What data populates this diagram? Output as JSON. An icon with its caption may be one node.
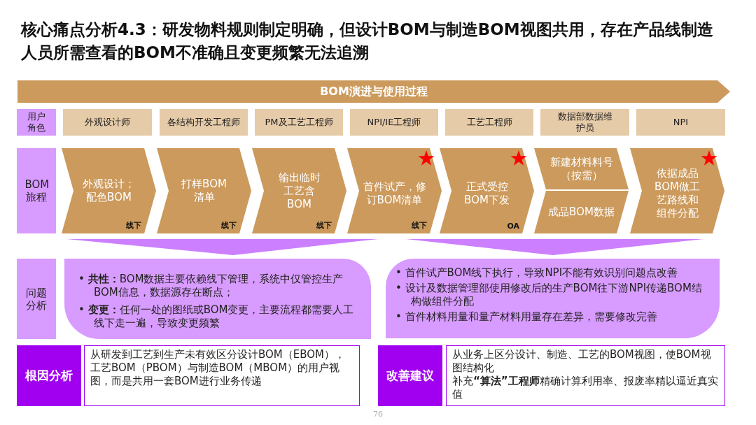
{
  "diagram": {
    "title": "核心痛点分析4.3：研发物料规则制定明确，但设计BOM与制造BOM视图共用，存在产品线制造人员所需查看的BOM不准确且变更频繁无法追溯",
    "nodes": [
      {
        "text": [
          "BOM演进与使用过程"
        ]
      },
      {
        "text": [
          "用户角色"
        ]
      },
      {
        "text": [
          "外观设计师"
        ]
      },
      {
        "text": [
          "各结构开发工程师"
        ]
      },
      {
        "text": [
          "PM及工艺工程师"
        ]
      },
      {
        "text": [
          "NPI/IE工程师"
        ]
      },
      {
        "text": [
          "工艺工程师"
        ]
      },
      {
        "text": [
          "数据部数据维护员"
        ]
      },
      {
        "text": [
          "NPI"
        ]
      },
      {
        "text": [
          "BOM旅程"
        ]
      },
      {
        "text": [
          "外观设计；配色BOM",
          "线下"
        ]
      },
      {
        "text": [
          "打样BOM清单",
          "线下"
        ]
      },
      {
        "text": [
          "输出临时工艺含BOM",
          "线下"
        ]
      },
      {
        "text": [
          "首件试产，修订BOM清单",
          "线下"
        ]
      },
      {
        "text": [
          "正式受控BOM下发",
          "OA"
        ]
      },
      {
        "text": [
          "新建材料料号（按需）"
        ]
      },
      {
        "text": [
          "成品BOM数据"
        ]
      },
      {
        "text": [
          "依据成品BOM做工艺路线和组件分配"
        ]
      },
      {
        "text": [],
        "shape": "triangle"
      },
      {
        "text": [],
        "shape": "triangle"
      },
      {
        "text": [
          "问题分析"
        ]
      },
      {
        "text": [
          "• **共性：**BOM数据主要依赖线下管理，系统中仅管控生产BOM信息，数据源存在断点；",
          "• **变更：**任何一处的图纸或BOM变更，主要流程都需要人工线下走一遍，导致变更频繁"
        ]
      },
      {
        "text": [
          "• 首件试产BOM线下执行，导致NPI不能有效识别问题点改善",
          "• 设计及数据管理部使用修改后的生产BOM往下游NPI传递BOM结构做组件分配",
          "• 首件材料用量和量产材料用量存在差异，需要修改完善"
        ]
      },
      {
        "text": [
          "根因分析"
        ]
      },
      {
        "text": [
          "从研发到工艺到生产未有效区分设计BOM（EBOM），工艺BOM（PBOM）与制造BOM（MBOM）的用户视图，而是共用一套BOM进行业务传递"
        ]
      },
      {
        "text": [
          "改善建议"
        ]
      },
      {
        "text": [
          "从业务上区分设计、制造、工艺的BOM视图，使BOM视图结构化",
          "补充**“算法”工程师**精确计算利用率、报废率精以逼近真实值"
        ]
      }
    ],
    "labels": [
      "76"
    ]
  }
}
